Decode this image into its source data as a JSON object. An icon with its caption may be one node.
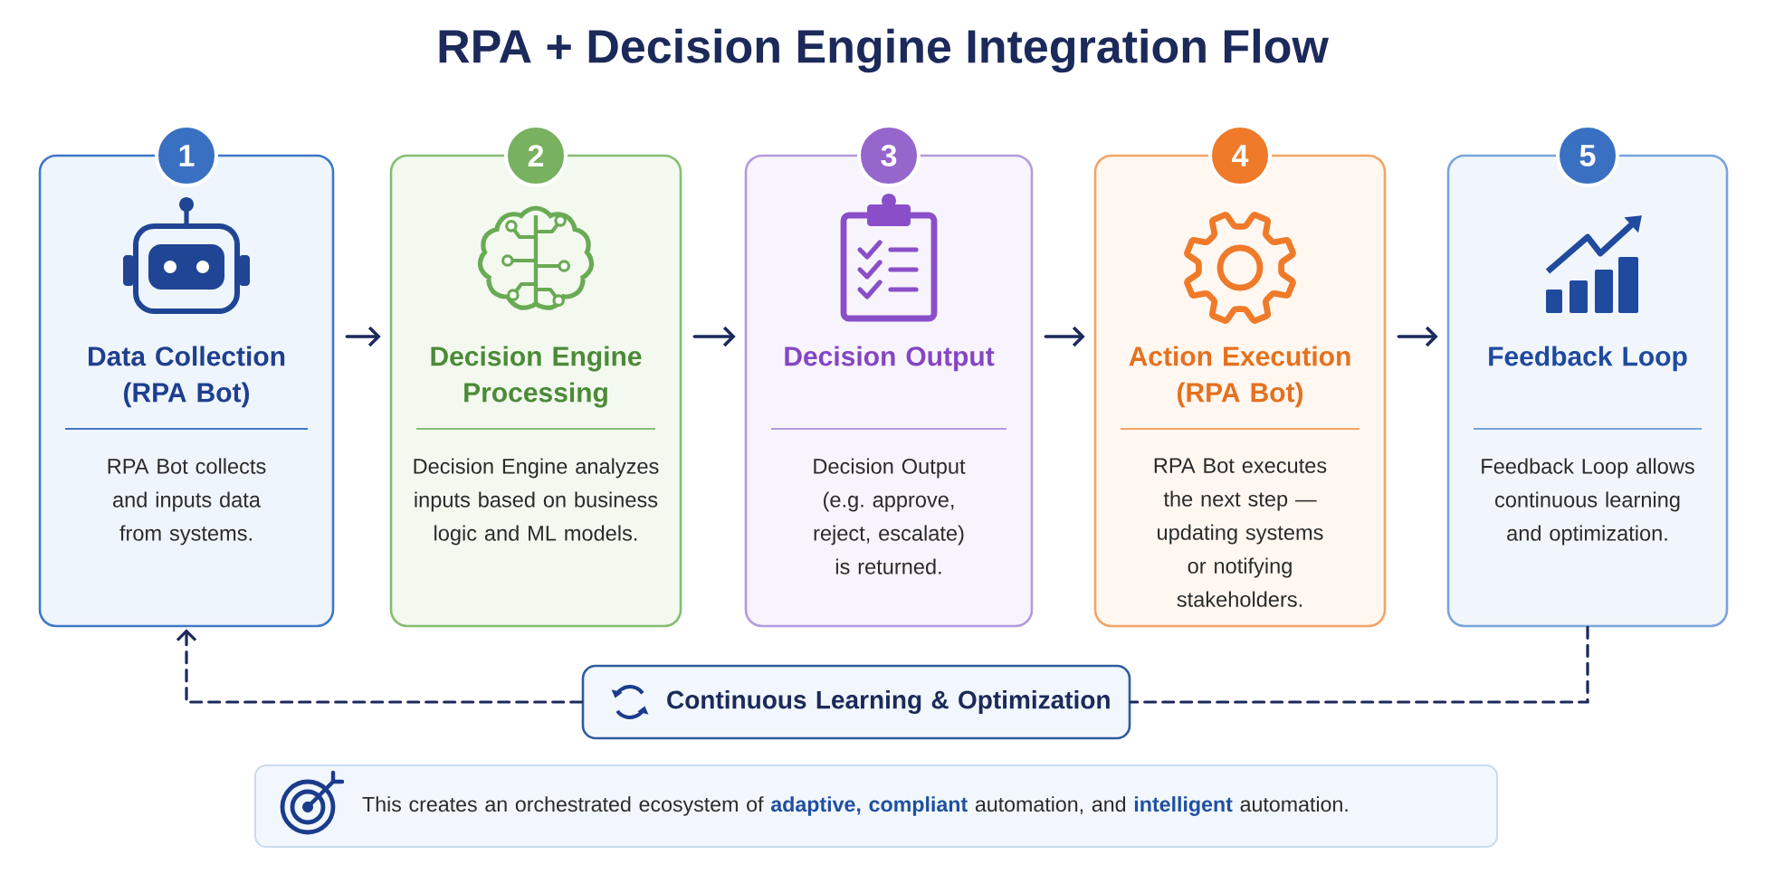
{
  "diagram": {
    "title": "RPA + Decision Engine Integration Flow",
    "nodes": [
      {
        "text": [
          "1",
          "Data Collection (RPA Bot)",
          "RPA Bot collects and inputs data from systems."
        ]
      },
      {
        "text": [
          "2",
          "Decision Engine Processing",
          "Decision Engine analyzes inputs based on business logic and ML models."
        ]
      },
      {
        "text": [
          "3",
          "Decision Output",
          "Decision Output (e.g. approve, reject, escalate) is returned."
        ]
      },
      {
        "text": [
          "4",
          "Action Execution (RPA Bot)",
          "RPA Bot executes the next step — updating systems or notifying stakeholders."
        ]
      },
      {
        "text": [
          "5",
          "Feedback Loop",
          "Feedback Loop allows continuous learning and optimization."
        ]
      },
      {
        "text": [
          "Continuous Learning & Optimization"
        ]
      },
      {
        "text": [
          "This creates an orchestrated ecosystem of **adaptive, compliant** automation, and **intelligent** automation."
        ]
      }
    ],
    "edges": [
      {
        "from": 0,
        "to": 1,
        "arrow": "to"
      },
      {
        "from": 1,
        "to": 2,
        "arrow": "to"
      },
      {
        "from": 2,
        "to": 3,
        "arrow": "to"
      },
      {
        "from": 3,
        "to": 4,
        "arrow": "to"
      },
      {
        "from": 4,
        "to": 5,
        "arrow": "none",
        "style": "dashed"
      },
      {
        "from": 5,
        "to": 0,
        "arrow": "to",
        "style": "dashed"
      }
    ]
  }
}
